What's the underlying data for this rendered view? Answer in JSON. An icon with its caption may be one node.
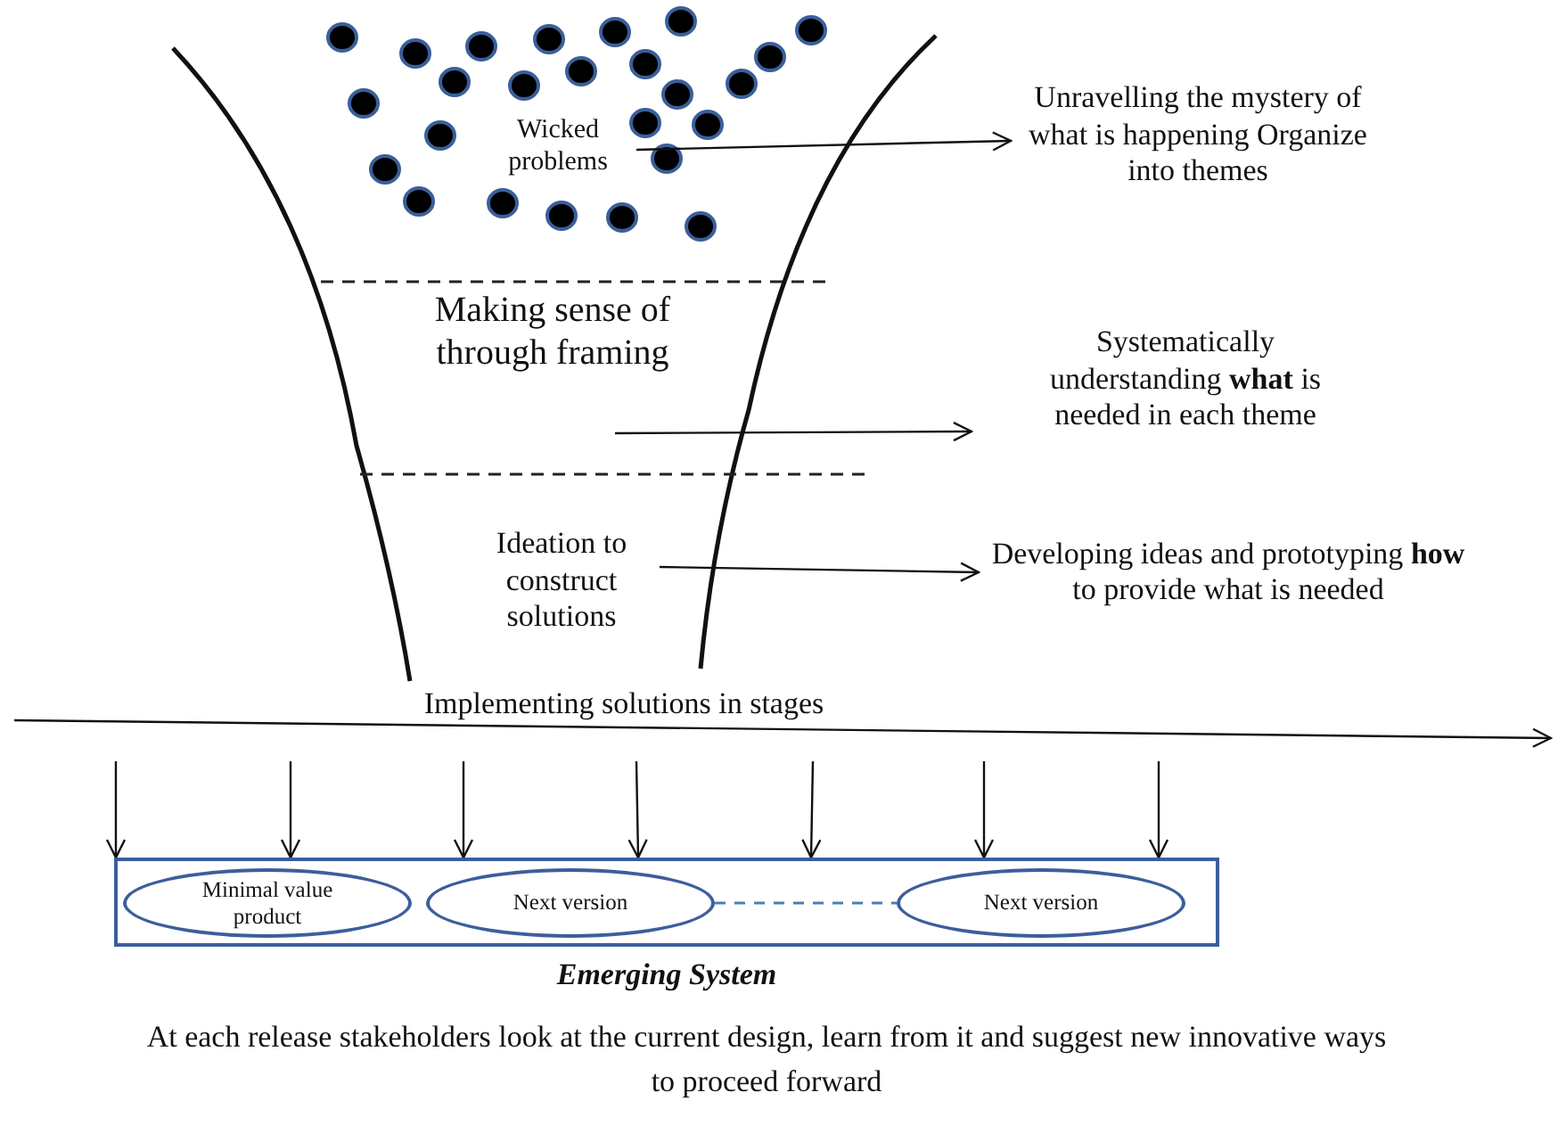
{
  "diagram": {
    "nodes": [
      {
        "text": [
          "Wicked problems"
        ]
      },
      {
        "text": [
          "Unravelling the mystery of what is happening Organize into themes"
        ]
      },
      {
        "text": [
          "Making sense of through framing"
        ]
      },
      {
        "text": [
          "Systematically understanding **what** is needed in each theme"
        ]
      },
      {
        "text": [
          "Ideation to construct solutions"
        ]
      },
      {
        "text": [
          "Developing ideas and prototyping **how** to provide what is needed"
        ]
      },
      {
        "text": [
          "Emerging System"
        ]
      },
      {
        "text": [
          "Minimal value product"
        ],
        "in": 6
      },
      {
        "text": [
          "Next version"
        ],
        "in": 6
      },
      {
        "text": [
          "Next version"
        ],
        "in": 6
      }
    ],
    "edges": [
      {
        "from": 0,
        "to": 1,
        "arrow": "to"
      },
      {
        "from": 2,
        "to": 3,
        "arrow": "to"
      },
      {
        "from": 4,
        "to": 5,
        "arrow": "to"
      },
      {
        "from": 8,
        "to": 9,
        "arrow": "none",
        "style": "dashed",
        "color": "#4a7ebb"
      },
      {
        "from": null,
        "to": 6,
        "arrow": "to"
      },
      {
        "from": null,
        "to": 6,
        "arrow": "to"
      },
      {
        "from": null,
        "to": 6,
        "arrow": "to"
      },
      {
        "from": null,
        "to": 6,
        "arrow": "to"
      },
      {
        "from": null,
        "to": 6,
        "arrow": "to"
      },
      {
        "from": null,
        "to": 6,
        "arrow": "to"
      },
      {
        "from": null,
        "to": 6,
        "arrow": "to"
      }
    ],
    "labels": [
      "Implementing solutions in stages",
      "At each release stakeholders look at the current design, learn from it and suggest new innovative ways to proceed forward"
    ]
  }
}
